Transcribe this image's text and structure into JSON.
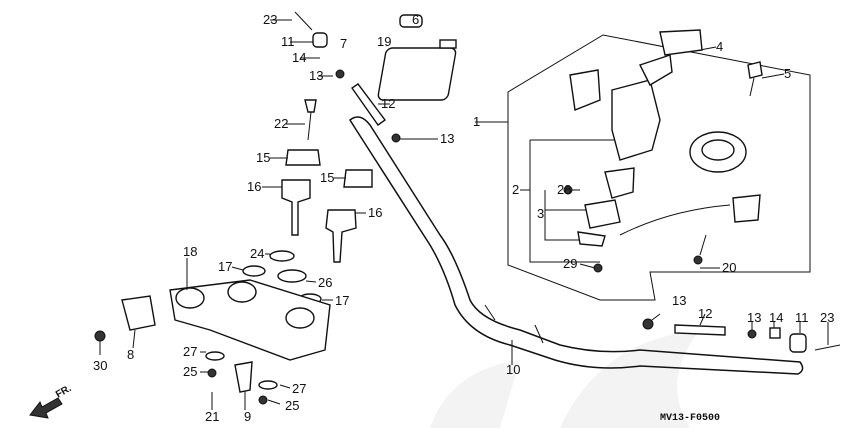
{
  "diagram": {
    "callouts": [
      "23",
      "11",
      "14",
      "13",
      "7",
      "6",
      "19",
      "12",
      "13",
      "22",
      "15",
      "16",
      "15",
      "16",
      "24",
      "17",
      "26",
      "17",
      "18",
      "30",
      "8",
      "27",
      "25",
      "21",
      "9",
      "27",
      "25",
      "10",
      "1",
      "4",
      "5",
      "2",
      "28",
      "3",
      "29",
      "20",
      "13",
      "12",
      "13",
      "14",
      "11",
      "23"
    ],
    "direction_label": "FR.",
    "drawing_code": "MV13-F0500",
    "colors": {
      "line": "#111111",
      "background": "#ffffff",
      "watermark": "#f2f2f2"
    }
  }
}
